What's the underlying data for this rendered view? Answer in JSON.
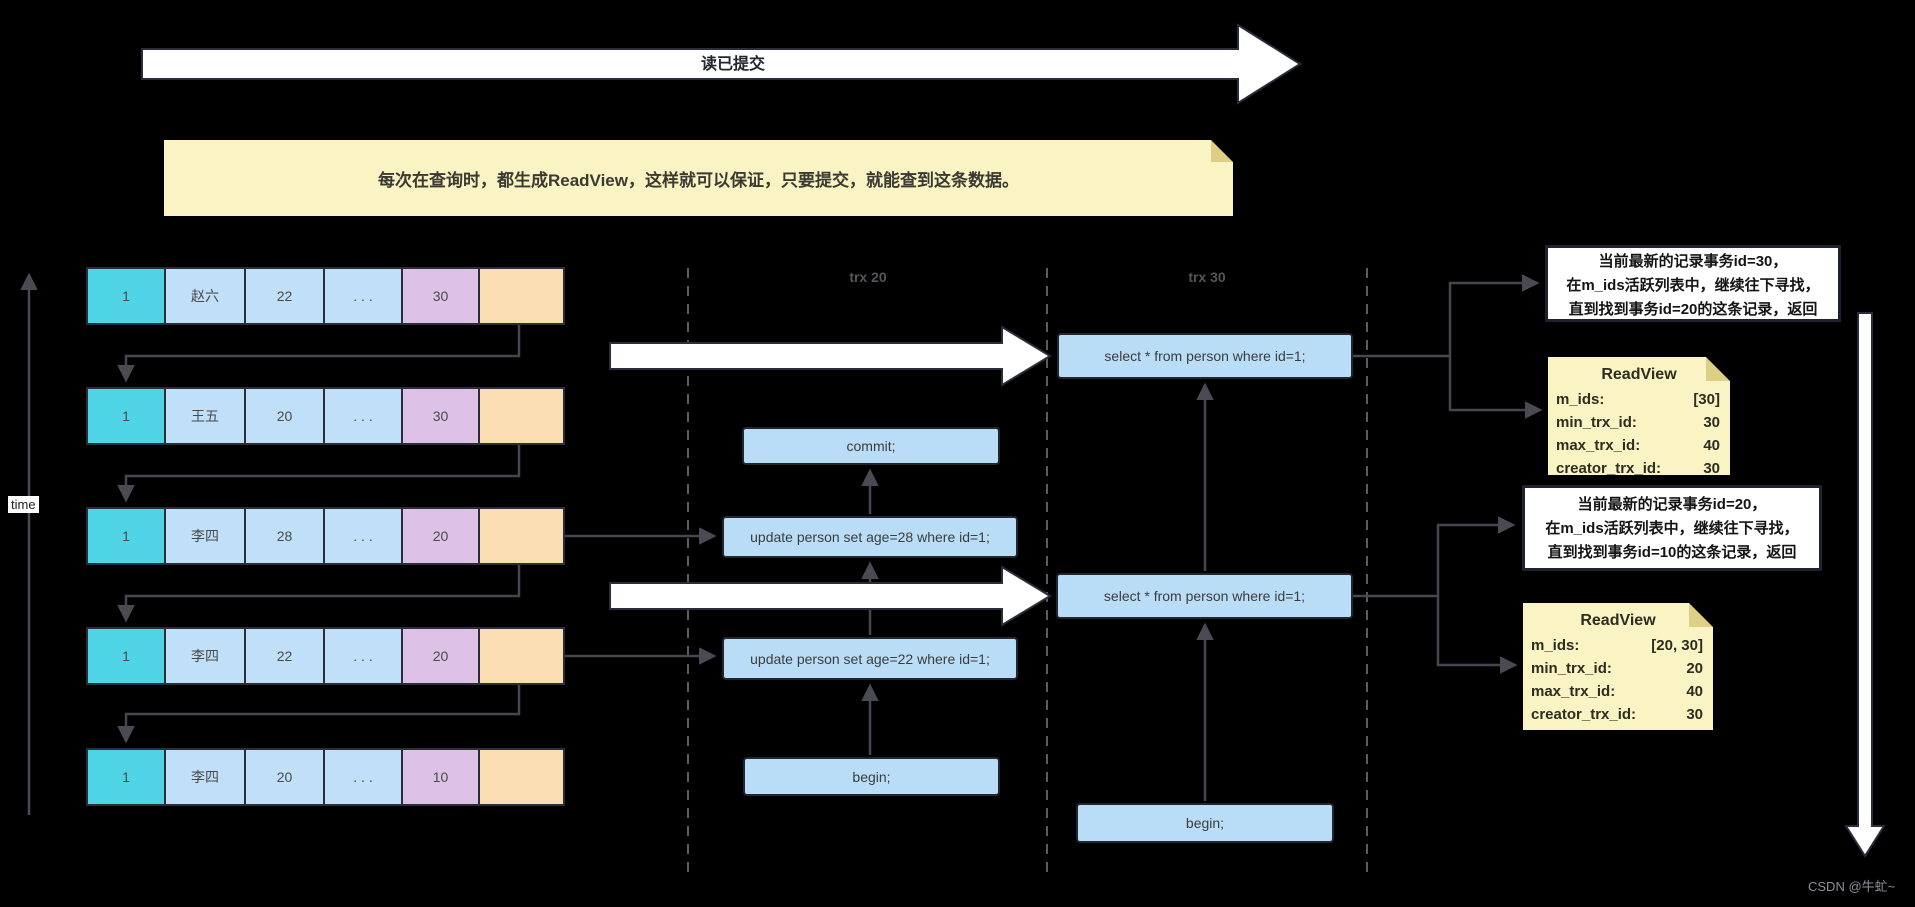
{
  "header": {
    "isolation_arrow_label": "读已提交"
  },
  "note_top": {
    "text": "每次在查询时，都生成ReadView，这样就可以保证，只要提交，就能查到这条数据。"
  },
  "time_axis_label": "time",
  "version_chain": {
    "rows": [
      {
        "cells": [
          "1",
          "赵六",
          "22",
          ". . .",
          "30",
          ""
        ]
      },
      {
        "cells": [
          "1",
          "王五",
          "20",
          ". . .",
          "30",
          ""
        ]
      },
      {
        "cells": [
          "1",
          "李四",
          "28",
          ". . .",
          "20",
          ""
        ]
      },
      {
        "cells": [
          "1",
          "李四",
          "22",
          ". . .",
          "20",
          ""
        ]
      },
      {
        "cells": [
          "1",
          "李四",
          "20",
          ". . .",
          "10",
          ""
        ]
      }
    ]
  },
  "trx20": {
    "header": "trx 20",
    "commit": "commit;",
    "update_28": "update person set age=28 where id=1;",
    "update_22": "update person set age=22 where id=1;",
    "begin": "begin;"
  },
  "trx30": {
    "header": "trx 30",
    "select_top": "select * from person where id=1;",
    "select_bottom": "select * from person where id=1;",
    "begin": "begin;"
  },
  "annotation_top": {
    "lines": [
      "当前最新的记录事务id=30，",
      "在m_ids活跃列表中，继续往下寻找，",
      "直到找到事务id=20的这条记录，返回"
    ]
  },
  "annotation_bottom": {
    "lines": [
      "当前最新的记录事务id=20，",
      "在m_ids活跃列表中，继续往下寻找，",
      "直到找到事务id=10的这条记录，返回"
    ]
  },
  "readview_top": {
    "title": "ReadView",
    "fields": [
      {
        "label": "m_ids:",
        "value": "[30]"
      },
      {
        "label": "min_trx_id:",
        "value": "30"
      },
      {
        "label": "max_trx_id:",
        "value": "40"
      },
      {
        "label": "creator_trx_id:",
        "value": "30"
      }
    ]
  },
  "readview_bottom": {
    "title": "ReadView",
    "fields": [
      {
        "label": "m_ids:",
        "value": "[20, 30]"
      },
      {
        "label": "min_trx_id:",
        "value": "20"
      },
      {
        "label": "max_trx_id:",
        "value": "40"
      },
      {
        "label": "creator_trx_id:",
        "value": "30"
      }
    ]
  },
  "watermark": "CSDN @牛虻~",
  "colors": {
    "background": "#000000",
    "id_cell_cyan": "#4ed4e4",
    "data_cell_blue": "#bfe0f8",
    "trx_cell_purple": "#ddc1e6",
    "roll_cell_orange": "#fbddb3",
    "statement_blue": "#b9ddf6",
    "note_yellow": "#faf3c3",
    "annotation_white": "#ffffff",
    "flow_arrow_white": "#ffffff"
  }
}
